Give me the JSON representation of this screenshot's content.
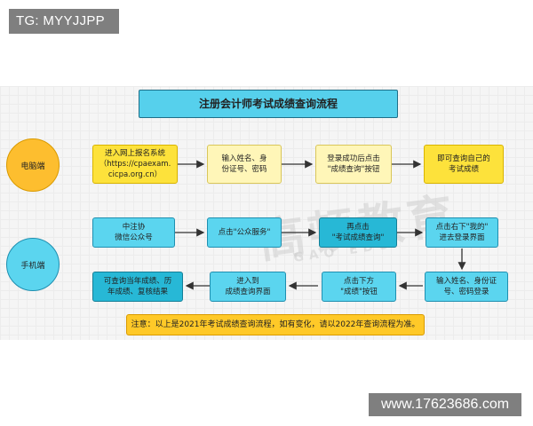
{
  "watermark_top": "TG: MYYJJPP",
  "watermark_bottom": "www.17623686.com",
  "logo_text": "高顿教育",
  "logo_sub": "GAO EDU",
  "title": "注册会计师考试成绩查询流程",
  "lanes": {
    "pc": "电脑端",
    "mobile": "手机端"
  },
  "pc_steps": [
    "进入网上报名系统\n（https://cpaexam.\ncicpa.org.cn）",
    "输入姓名、身\n份证号、密码",
    "登录成功后点击\n\"成绩查询\"按钮",
    "即可查询自己的\n考试成绩"
  ],
  "mobile_row1": [
    "中注协\n微信公众号",
    "点击\"公众服务\"",
    "再点击\n\"考试成绩查询\"",
    "点击右下\"我的\"\n进去登录界面"
  ],
  "mobile_row2": [
    "可查询当年成绩、历\n年成绩、复核结果",
    "进入到\n成绩查询界面",
    "点击下方\n\"成绩\"按钮",
    "输入姓名、身份证\n号、密码登录"
  ],
  "note": "注意：以上是2021年考试成绩查询流程，如有变化，请以2022年查询流程为准。",
  "colors": {
    "pc_fill": "#fde23b",
    "mobile_fill": "#5bd5ef",
    "title_fill": "#56d0ec",
    "note_fill": "#ffc928"
  }
}
